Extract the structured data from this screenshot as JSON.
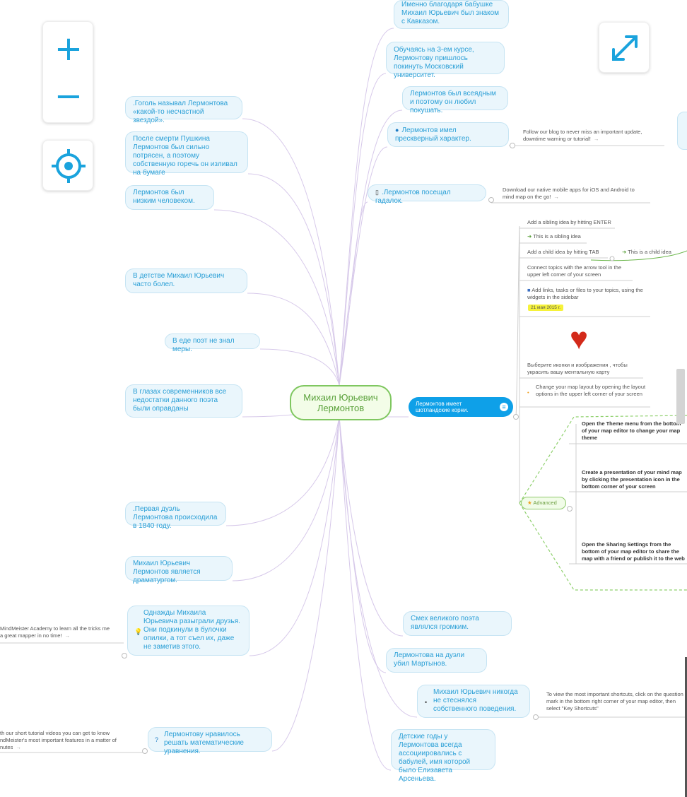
{
  "toolbar": {
    "zoom_in_label": "+",
    "zoom_out_label": "−",
    "center_label": "⌖",
    "fullscreen_label": "⤢"
  },
  "map": {
    "root": "Михаил Юрьевич Лермонтов",
    "right_nodes": [
      "Именно благодаря бабушке Михаил Юрьевич был знаком с Кавказом.",
      "Обучаясь на 3-ем курсе, Лермонтову пришлось покинуть Московский университет.",
      "Лермонтов был всеядным и поэтому он любил покушать.",
      "Лермонтов имел прескверный характер.",
      ".Лермонтов посещал гадалок.",
      "Лермонтов имеет шотландские корни.",
      "Смех великого поэта являлся громким.",
      "Лермонтова на дуэли убил Мартынов.",
      "Михаил Юрьевич никогда не стеснялся собственного поведения.",
      "Детские годы у Лермонтова всегда ассоциировались с бабулей, имя которой было Елизавета Арсеньева."
    ],
    "left_nodes": [
      ".Гоголь называл Лермонтова «какой-то несчастной звездой».",
      "После смерти Пушкина Лермонтов был сильно потрясен, а поэтому собственную горечь он изливал на бумаге",
      "Лермонтов был низким человеком.",
      "В детстве Михаил Юрьевич часто болел.",
      "В еде поэт не знал меры.",
      "В глазах современников все недостатки данного поэта были оправданы",
      ".Первая дуэль Лермонтова происходила в 1840 году.",
      "Михаил Юрьевич Лермонтов является драматургом.",
      "Однажды Михаила Юрьевича разыграли друзья. Они подкинули в булочки опилки, а тот съел их, даже не заметив этого.",
      "Лермонтову нравилось решать математические уравнения."
    ],
    "notes": {
      "blog": "Follow our blog to never miss an important update, downtime warning or tutorial!",
      "apps": "Download our native mobile apps for iOS and Android to mind map on the go!",
      "sibling_hint": "Add a sibling idea by hitting ENTER",
      "sibling": "This is a sibling idea",
      "child_hint": "Add a child idea by hitting TAB",
      "child": "This is a child idea",
      "connect": "Connect topics with the arrow tool in the upper left corner of your screen",
      "widgets": "Add links, tasks or files to your topics, using the widgets in the sidebar",
      "date": "21 мая 2015 г.",
      "icons": "Выберите иконки и изображения , чтобы украсить вашу ментальную карту",
      "layout": "Change your map layout by opening the layout options in the upper left corner of your screen",
      "advanced": "Advanced",
      "theme": "Open the Theme menu from the bottom of your map editor to change your map theme",
      "presentation": "Create a presentation of your mind map by clicking the presentation icon in the bottom corner of your screen",
      "sharing": "Open the Sharing Settings from the bottom of your map editor to share the map with a friend or publish it to the web",
      "shortcuts": "To view the most important shortcuts, click on the question mark in the bottom right corner of your map editor, then select \"Key Shortcuts\"",
      "academy": "MindMeister Academy to learn all the tricks me a great mapper in no time!",
      "tutorial": "th our short tutorial videos you can get to know ndMeister's most important features in a matter of nutes"
    }
  },
  "colors": {
    "accent": "#1aa3dd",
    "node_bg": "#eaf6fc",
    "root_border": "#7fc760",
    "selected": "#0ea0e8",
    "connector": "#cdbde3"
  }
}
